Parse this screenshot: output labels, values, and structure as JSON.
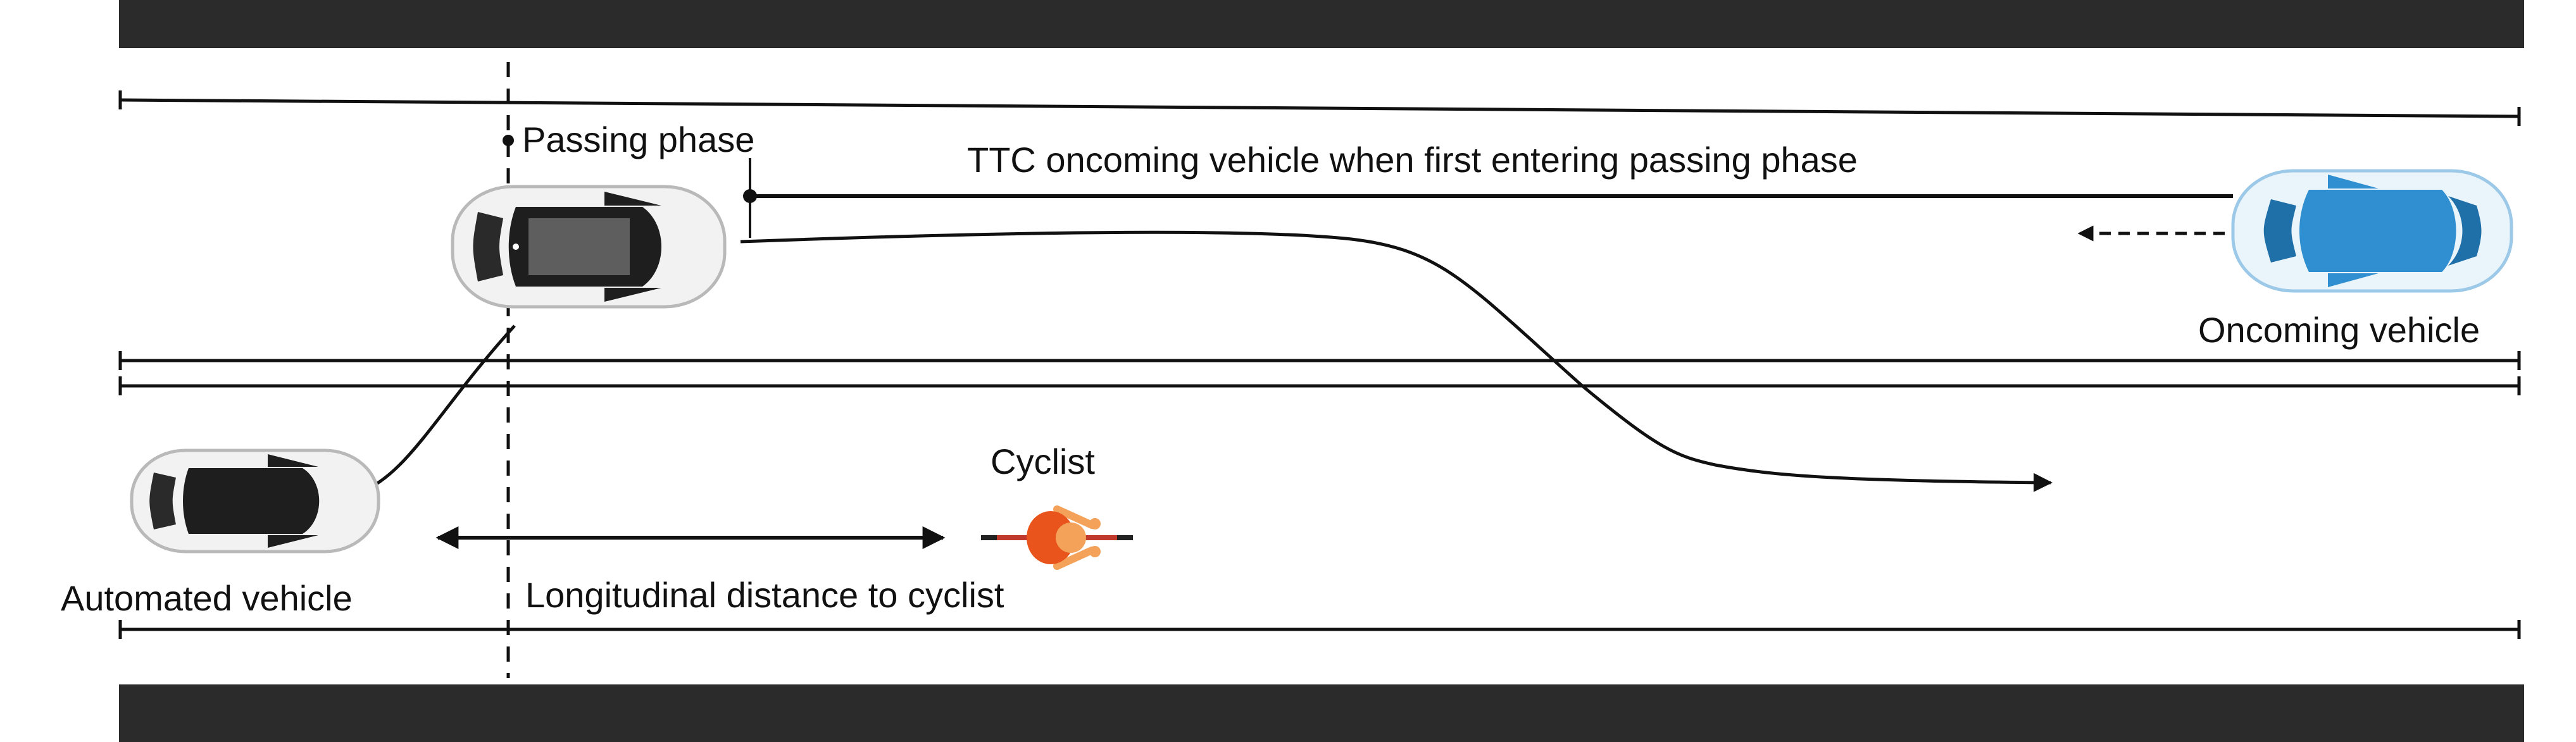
{
  "labels": {
    "passing_phase": "Passing phase",
    "ttc": "TTC oncoming vehicle when first entering passing phase",
    "oncoming_vehicle": "Oncoming vehicle",
    "cyclist": "Cyclist",
    "automated_vehicle": "Automated vehicle",
    "longitudinal_distance": "Longitudinal distance to cyclist"
  },
  "colors": {
    "road_edge": "#2b2b2b",
    "line": "#111111",
    "automated_car_body": "#f2f2f2",
    "oncoming_car_body": "#2f8fd0",
    "cyclist_shirt": "#e8541c",
    "cyclist_skin": "#f4a25a",
    "bike": "#c0392b"
  },
  "icons": [
    "automated-car-icon",
    "oncoming-car-icon",
    "cyclist-icon"
  ]
}
